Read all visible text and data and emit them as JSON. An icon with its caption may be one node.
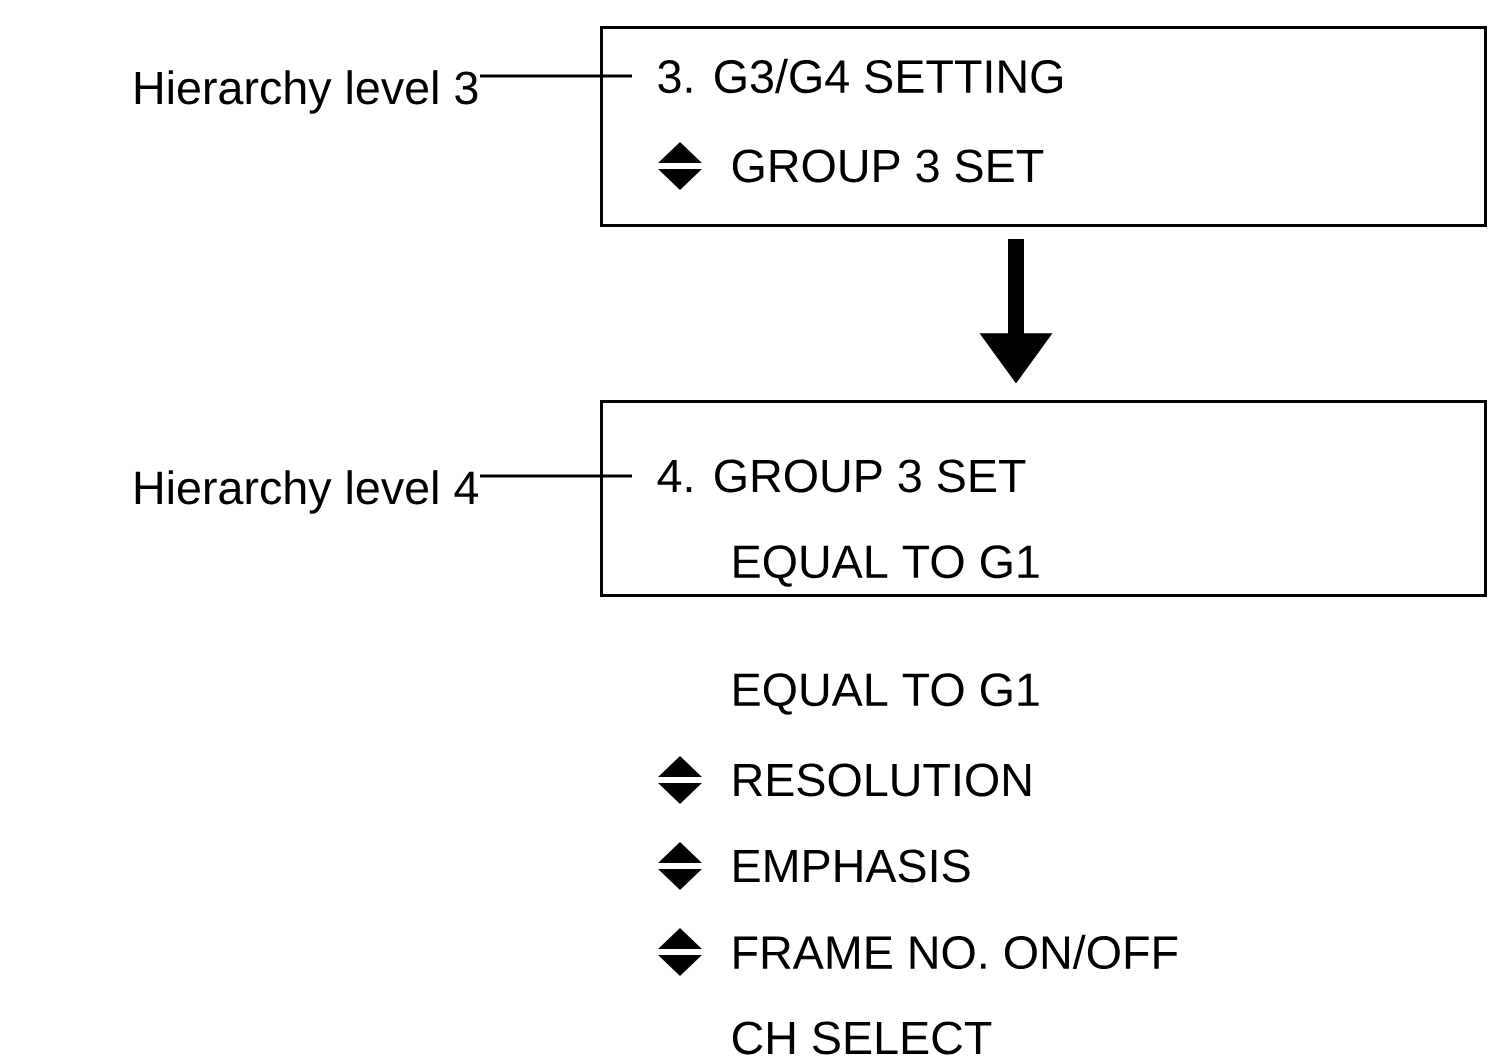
{
  "diagram": {
    "nodes": [
      {
        "text": [
          "Hierarchy level 3"
        ]
      },
      {
        "text": [
          "3. G3/G4 SETTING",
          "GROUP 3 SET"
        ]
      },
      {
        "text": [
          "Hierarchy level 4"
        ]
      },
      {
        "text": [
          "4. GROUP 3 SET",
          "EQUAL TO G1"
        ]
      }
    ],
    "edges": [
      {
        "from": 0,
        "to": 1,
        "arrow": "none"
      },
      {
        "from": 1,
        "to": 3,
        "arrow": "to",
        "style": "thick"
      },
      {
        "from": 2,
        "to": 3,
        "arrow": "none"
      }
    ],
    "labels": [
      "EQUAL TO G1",
      "RESOLUTION",
      "EMPHASIS",
      "FRAME NO. ON/OFF",
      "CH SELECT"
    ]
  }
}
